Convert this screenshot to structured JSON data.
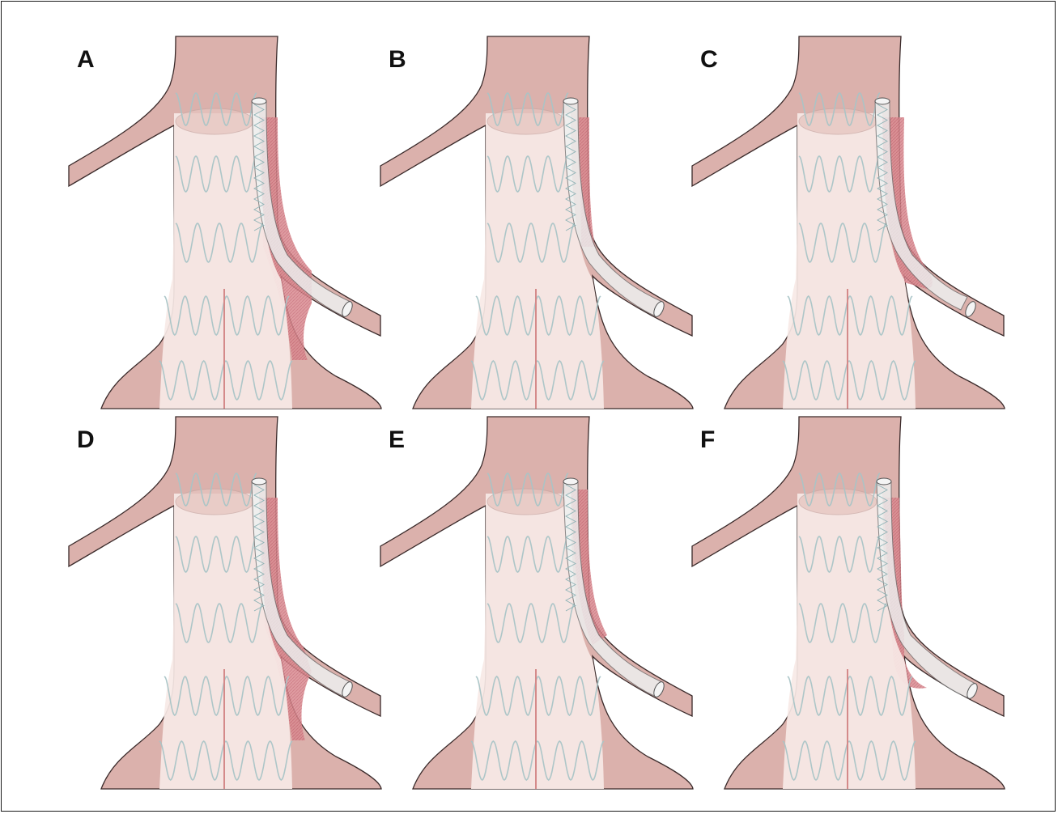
{
  "panels": [
    {
      "id": "A",
      "label": "A",
      "variant": 1
    },
    {
      "id": "B",
      "label": "B",
      "variant": 2
    },
    {
      "id": "C",
      "label": "C",
      "variant": 3
    },
    {
      "id": "D",
      "label": "D",
      "variant": 4
    },
    {
      "id": "E",
      "label": "E",
      "variant": 5
    },
    {
      "id": "F",
      "label": "F",
      "variant": 6
    }
  ],
  "colors": {
    "vessel": "#dbb1ac",
    "vessel_outline": "#3a2a2a",
    "graft": "#f7e9e6",
    "stent_wire": "#a9c4c6",
    "thrombus": "#d77f86",
    "background": "#ffffff"
  }
}
